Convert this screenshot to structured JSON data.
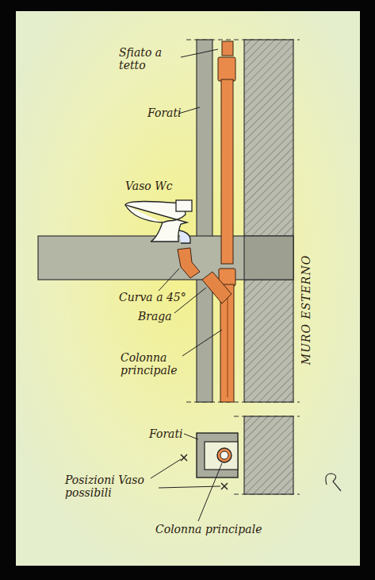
{
  "diagram": {
    "labels": [
      "Sfiato a tetto",
      "Forati",
      "Vaso Wc",
      "Curva a 45°",
      "Braga",
      "Colonna principale",
      "MURO ESTERNO",
      "Forati",
      "Posizioni Vaso possibili",
      "Colonna principale"
    ]
  }
}
